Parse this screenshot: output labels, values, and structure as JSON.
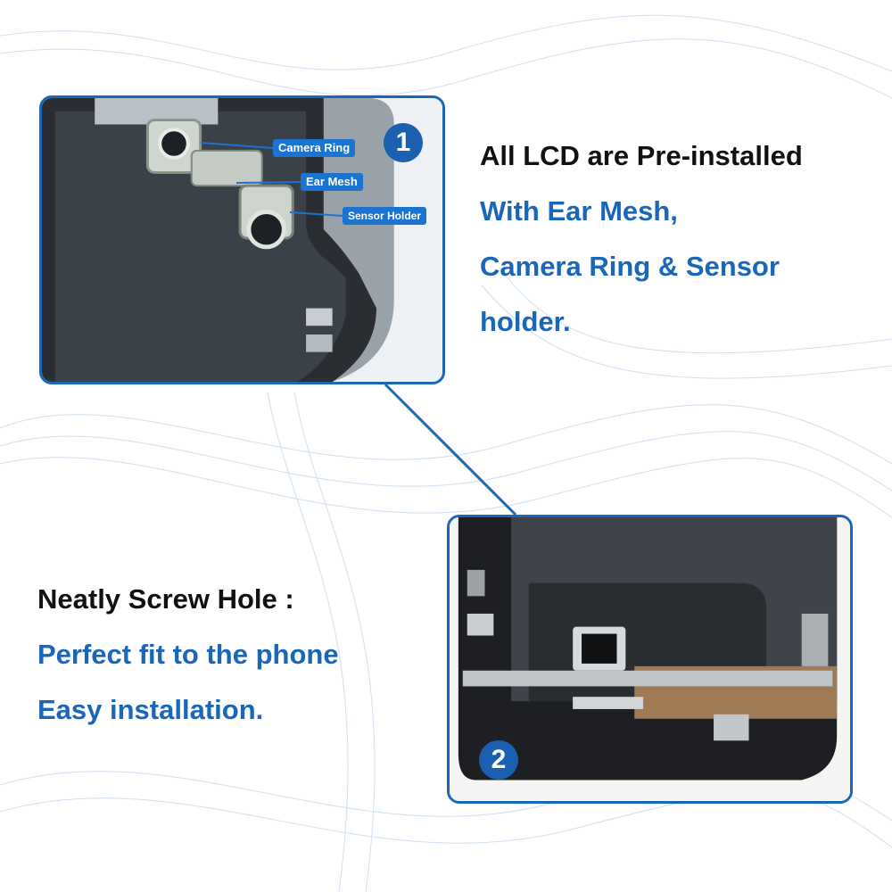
{
  "callouts": {
    "camera_ring": "Camera Ring",
    "ear_mesh": "Ear Mesh",
    "sensor_holder": "Sensor Holder"
  },
  "badges": {
    "first": "1",
    "second": "2"
  },
  "section1": {
    "line1": "All LCD are Pre-installed",
    "line2": "With Ear Mesh,",
    "line3": "Camera Ring & Sensor",
    "line4": "holder."
  },
  "section2": {
    "line1": "Neatly Screw Hole :",
    "line2": "Perfect fit to the phone",
    "line3": "Easy installation."
  },
  "colors": {
    "accent_blue": "#1a66b8",
    "callout_blue": "#1b74cf",
    "heading_dark": "#111111"
  }
}
